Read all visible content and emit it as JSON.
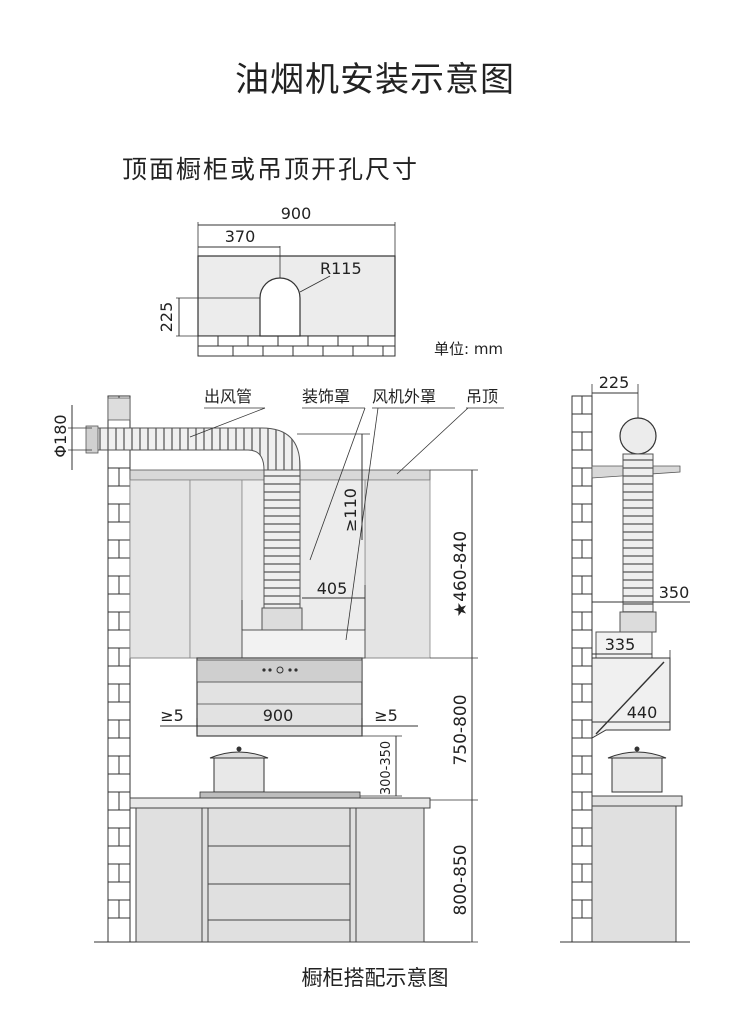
{
  "title": "油烟机安装示意图",
  "top_view": {
    "subtitle": "顶面橱柜或吊顶开孔尺寸",
    "dim_width": "900",
    "dim_offset": "370",
    "dim_radius": "R115",
    "dim_depth": "225",
    "unit": "单位: mm"
  },
  "front_view": {
    "duct_dia": "Φ180",
    "label_outlet_pipe": "出风管",
    "label_cover": "装饰罩",
    "label_fan_cover": "风机外罩",
    "label_ceiling": "吊顶",
    "dim_min_gap": "≥110",
    "dim_cover_width": "405",
    "dim_height_range": "★460-840",
    "dim_hood_width": "900",
    "dim_side_left": "≥5",
    "dim_side_right": "≥5",
    "dim_hood_height": "750-800",
    "dim_stove_gap": "300-350",
    "dim_counter_height": "800-850"
  },
  "side_view": {
    "dim_offset": "225",
    "dim_cover_depth": "350",
    "dim_body_depth": "335",
    "dim_hood_depth": "440"
  },
  "caption": "橱柜搭配示意图"
}
